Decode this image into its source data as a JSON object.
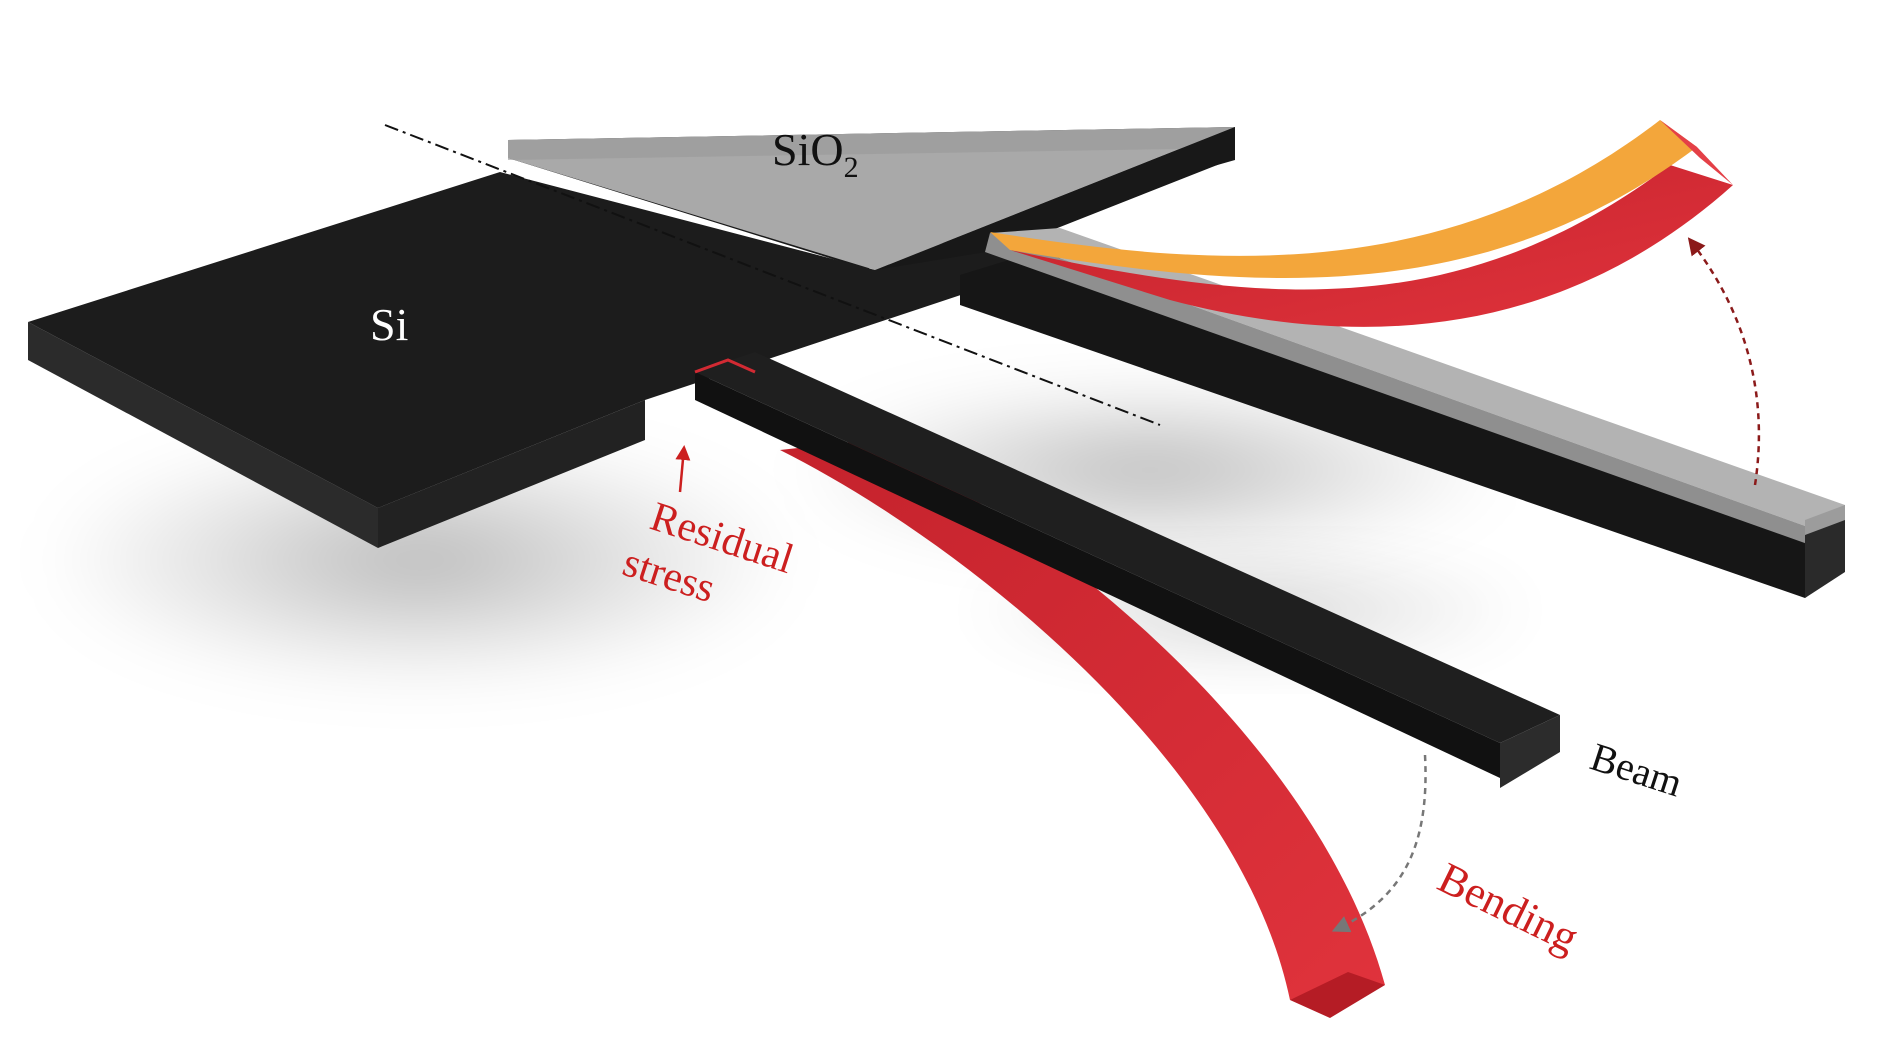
{
  "labels": {
    "si": "Si",
    "sio2_base": "SiO",
    "sio2_subscript": "2",
    "residual_line1": "Residual",
    "residual_line2": "stress",
    "beam": "Beam",
    "bending": "Bending"
  },
  "colors": {
    "silicon": "#1c1c1c",
    "silicon_side": "#2e2e2e",
    "oxide": "#a6a6a6",
    "oxide_side": "#8a8a8a",
    "stress_red": "#d22a33",
    "stress_orange": "#f2a33a",
    "label_red": "#cc1f1f",
    "label_dark": "#111111",
    "label_light": "#ffffff"
  }
}
